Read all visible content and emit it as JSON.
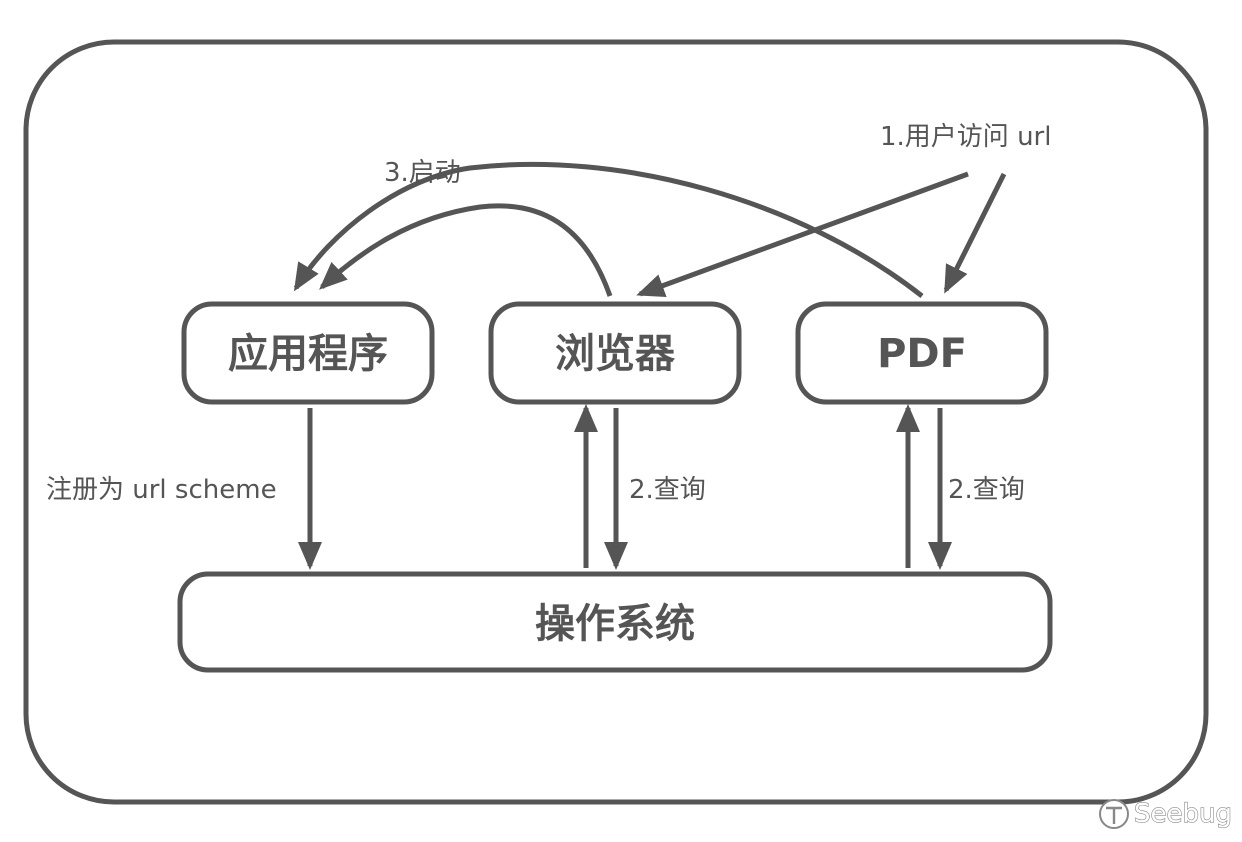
{
  "nodes": {
    "application": "应用程序",
    "browser": "浏览器",
    "pdf": "PDF",
    "os": "操作系统"
  },
  "edges": {
    "user_visit": "1.用户访问 url",
    "launch": "3.启动",
    "register": "注册为 url scheme",
    "query_browser": "2.查询",
    "query_pdf": "2.查询"
  },
  "watermark": "Seebug",
  "colors": {
    "stroke": "#555555",
    "text": "#555555",
    "background": "#ffffff"
  }
}
